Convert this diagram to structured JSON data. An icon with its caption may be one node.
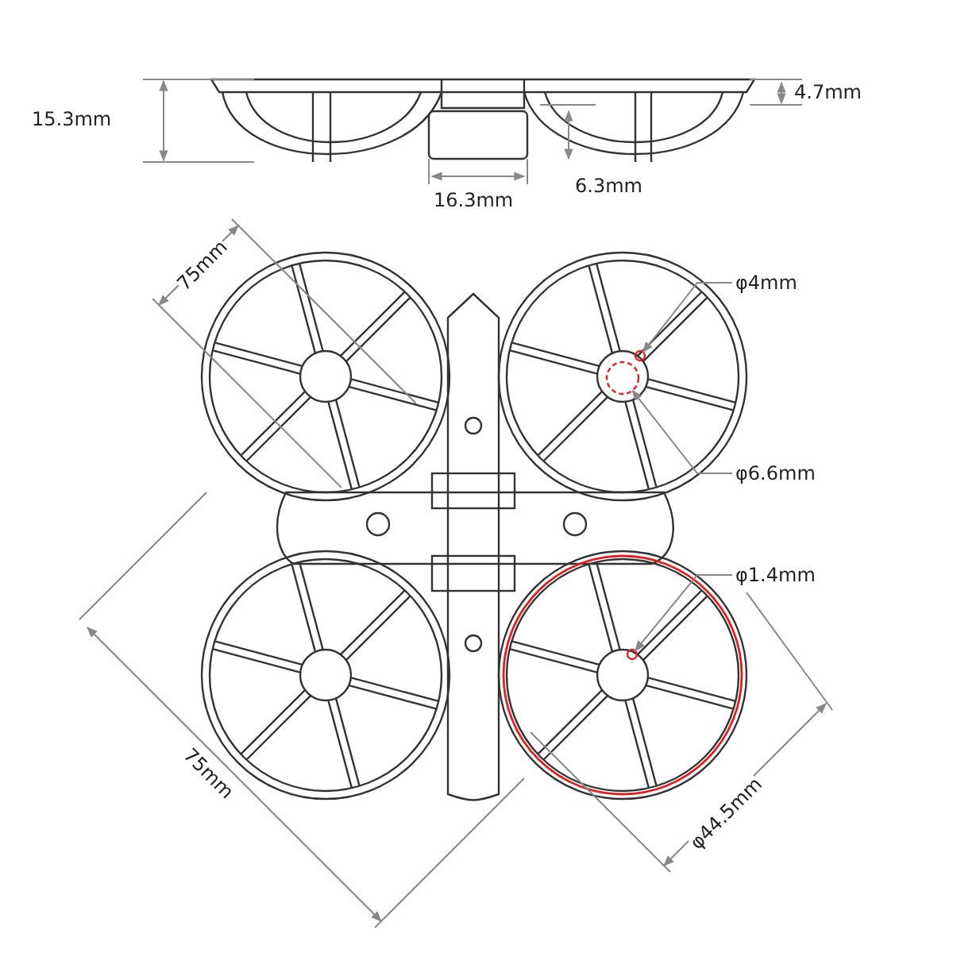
{
  "diagram": {
    "nodes": [
      {
        "text": [
          "φ4mm"
        ]
      },
      {
        "text": [],
        "shape": "circle"
      },
      {
        "text": [
          "φ6.6mm"
        ]
      },
      {
        "text": [],
        "shape": "circle"
      },
      {
        "text": [
          "φ1.4mm"
        ]
      },
      {
        "text": [],
        "shape": "circle"
      }
    ],
    "edges": [
      {
        "from": 0,
        "to": 1,
        "arrow": "to"
      },
      {
        "from": 2,
        "to": 3,
        "arrow": "to"
      },
      {
        "from": 4,
        "to": 5,
        "arrow": "to"
      }
    ],
    "labels": [
      "15.3mm",
      "4.7mm",
      "16.3mm",
      "6.3mm",
      "75mm",
      "75mm",
      "φ44.5mm"
    ]
  }
}
